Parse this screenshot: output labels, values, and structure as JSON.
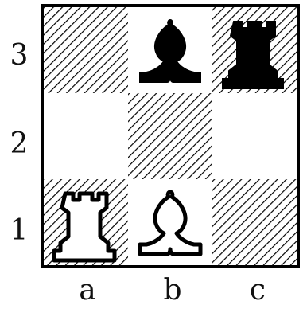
{
  "board": {
    "ranks": [
      "3",
      "2",
      "1"
    ],
    "files": [
      "a",
      "b",
      "c"
    ],
    "squares": [
      {
        "square": "a3",
        "shade": "dark",
        "piece": null
      },
      {
        "square": "b3",
        "shade": "light",
        "piece": {
          "type": "bishop",
          "color": "black",
          "icon": "bishop-black-icon"
        }
      },
      {
        "square": "c3",
        "shade": "dark",
        "piece": {
          "type": "rook",
          "color": "black",
          "icon": "rook-black-icon"
        }
      },
      {
        "square": "a2",
        "shade": "light",
        "piece": null
      },
      {
        "square": "b2",
        "shade": "dark",
        "piece": null
      },
      {
        "square": "c2",
        "shade": "light",
        "piece": null
      },
      {
        "square": "a1",
        "shade": "dark",
        "piece": {
          "type": "rook",
          "color": "white",
          "icon": "rook-white-icon"
        }
      },
      {
        "square": "b1",
        "shade": "light",
        "piece": {
          "type": "bishop",
          "color": "white",
          "icon": "bishop-white-icon"
        }
      },
      {
        "square": "c1",
        "shade": "dark",
        "piece": null
      }
    ]
  },
  "colors": {
    "ink": "#000000",
    "paper": "#ffffff",
    "hatch": "#000000"
  }
}
